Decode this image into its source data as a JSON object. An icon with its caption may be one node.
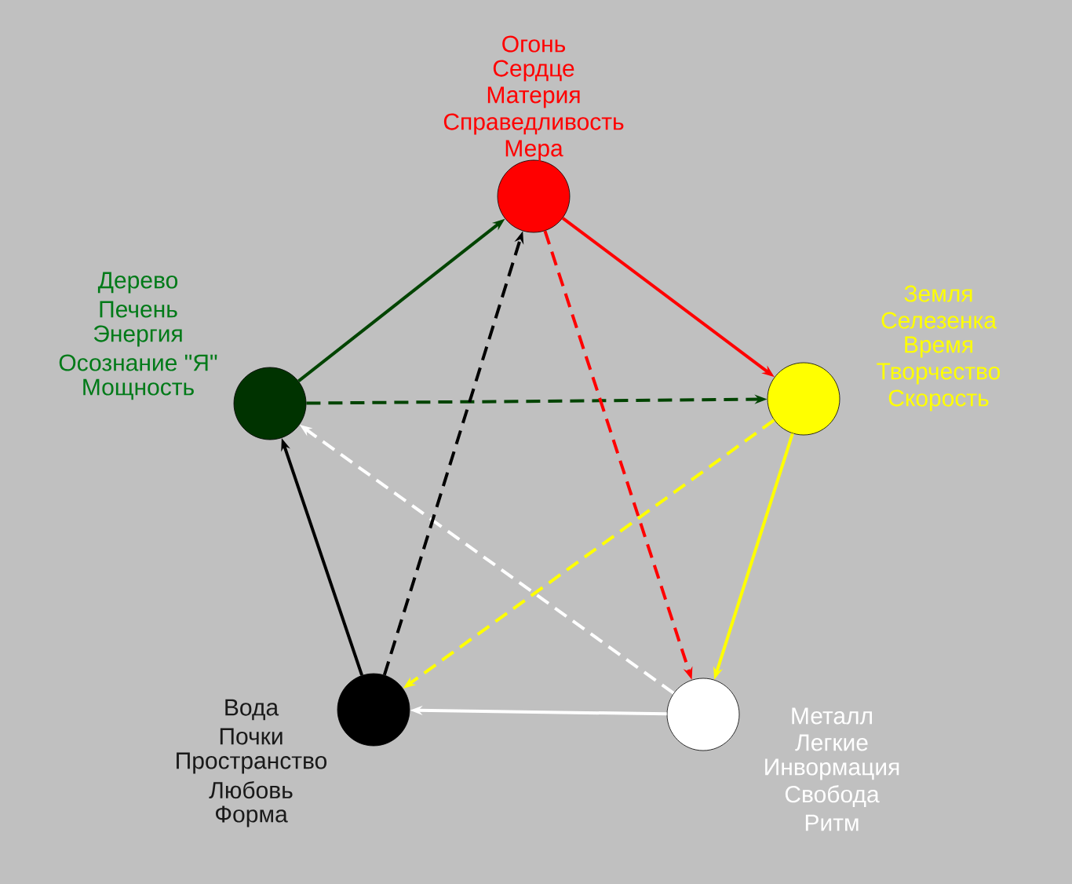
{
  "diagram": {
    "nodes": [
      {
        "text": [
          "Огонь",
          "Сердце",
          "Материя",
          "Справедливость",
          "Мера"
        ]
      },
      {
        "text": [
          "Земля",
          "Селезенка",
          "Время",
          "Творчество",
          "Скорость"
        ]
      },
      {
        "text": [
          "Металл",
          "Легкие",
          "Инвормация",
          "Свобода",
          "Ритм"
        ]
      },
      {
        "text": [
          "Вода",
          "Почки",
          "Пространство",
          "Любовь",
          "Форма"
        ]
      },
      {
        "text": [
          "Дерево",
          "Печень",
          "Энергия",
          "Осознание \"Я\"",
          "Мощность"
        ]
      }
    ],
    "edges": [
      {
        "from": 0,
        "to": 1,
        "arrow": "to",
        "color": "#ff0000"
      },
      {
        "from": 1,
        "to": 2,
        "arrow": "to",
        "color": "#ffff00"
      },
      {
        "from": 2,
        "to": 3,
        "arrow": "to",
        "color": "#ffffff"
      },
      {
        "from": 3,
        "to": 4,
        "arrow": "to",
        "color": "#000000"
      },
      {
        "from": 4,
        "to": 0,
        "arrow": "to",
        "color": "#004400"
      },
      {
        "from": 4,
        "to": 1,
        "arrow": "to",
        "style": "dashed",
        "color": "#004400"
      },
      {
        "from": 0,
        "to": 2,
        "arrow": "to",
        "style": "dashed",
        "color": "#ff0000"
      },
      {
        "from": 1,
        "to": 3,
        "arrow": "to",
        "style": "dashed",
        "color": "#ffff00"
      },
      {
        "from": 2,
        "to": 4,
        "arrow": "to",
        "style": "dashed",
        "color": "#ffffff"
      },
      {
        "from": 3,
        "to": 0,
        "arrow": "to",
        "style": "dashed",
        "color": "#000000"
      }
    ]
  }
}
